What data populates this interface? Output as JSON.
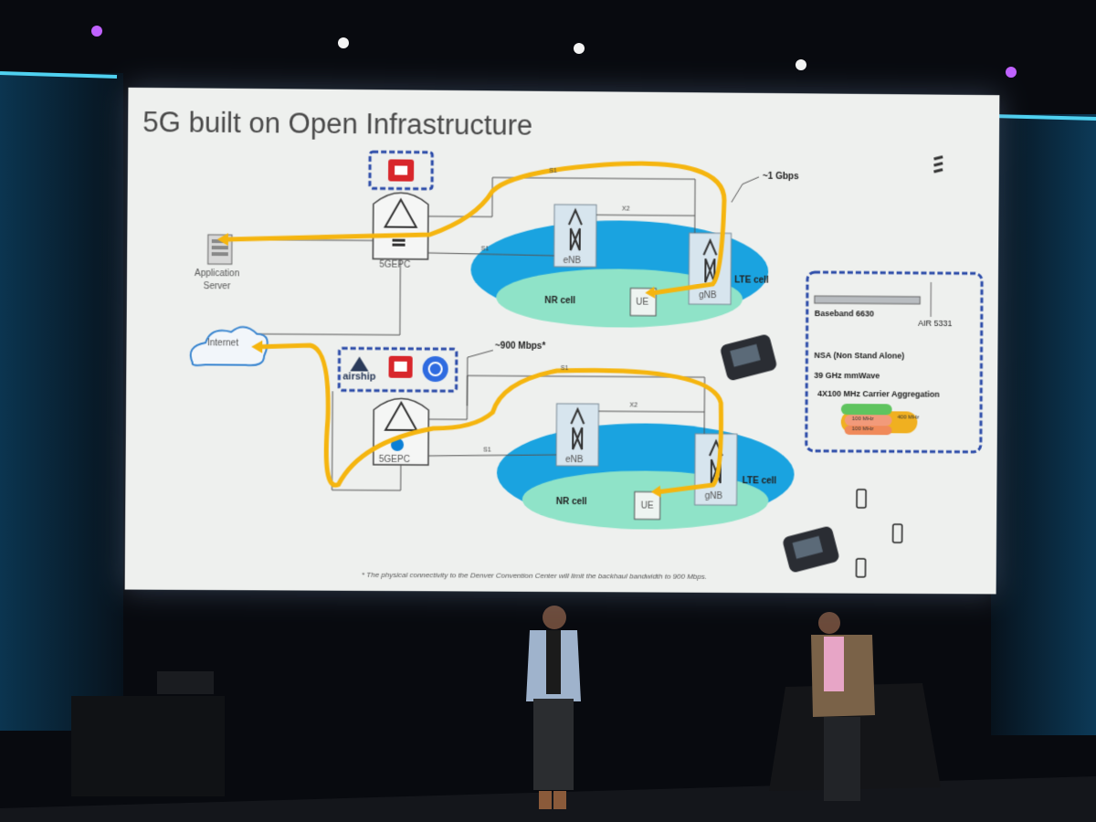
{
  "slide": {
    "title": "5G built on Open Infrastructure",
    "top_network": {
      "core_label": "5GEPC",
      "app_server_label": "Application Server",
      "bandwidth": "~1 Gbps",
      "s1_label_top": "S1",
      "s1_label_core": "S1",
      "x2_label": "X2",
      "enb_label": "eNB",
      "gnb_label": "gNB",
      "ue_label": "UE",
      "lte_cell": "LTE cell",
      "nr_cell": "NR cell"
    },
    "bottom_network": {
      "core_label": "5GEPC",
      "internet_label": "Internet",
      "bandwidth": "~900 Mbps*",
      "airship_label": "airship",
      "s1_label_top": "S1",
      "s1_label_core": "S1",
      "x2_label": "X2",
      "enb_label": "eNB",
      "gnb_label": "gNB",
      "ue_label": "UE",
      "lte_cell": "LTE cell",
      "nr_cell": "NR cell"
    },
    "spec_box": {
      "baseband": "Baseband 6630",
      "air": "AIR 5331",
      "nsa": "NSA (Non Stand Alone)",
      "mmwave": "39 GHz mmWave",
      "carrier": "4X100 MHz Carrier Aggregation",
      "cable_a": "100 MHz",
      "cable_b": "100 MHz",
      "cable_total": "400 MHz"
    },
    "footnote": "* The physical connectivity to the Denver Convention Center will limit the backhaul bandwidth to 900 Mbps.",
    "colors": {
      "arrow": "#f5b50f",
      "lte": "#1aa3e0",
      "nr": "#8fe3c8",
      "dashed_box": "#2a4aa8",
      "openstack_red": "#d8262b"
    }
  }
}
